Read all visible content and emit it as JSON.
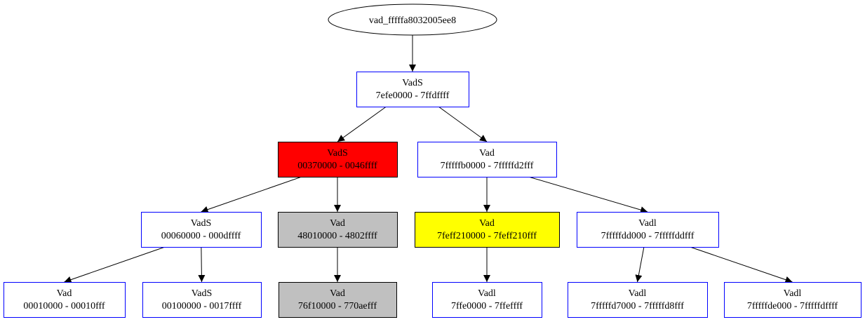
{
  "root": {
    "label": "vad_fffffa8032005ee8"
  },
  "nodes": {
    "n1": {
      "type": "VadS",
      "range": "7efe0000 - 7ffdffff",
      "fill": "#ffffff",
      "stroke": "#0000ff"
    },
    "n2": {
      "type": "VadS",
      "range": "00370000 - 0046ffff",
      "fill": "#ff0000",
      "stroke": "#000000"
    },
    "n3": {
      "type": "Vad",
      "range": "7fffffb0000 - 7fffffd2fff",
      "fill": "#ffffff",
      "stroke": "#0000ff"
    },
    "n4": {
      "type": "VadS",
      "range": "00060000 - 000dffff",
      "fill": "#ffffff",
      "stroke": "#0000ff"
    },
    "n5": {
      "type": "Vad",
      "range": "48010000 - 4802ffff",
      "fill": "#c0c0c0",
      "stroke": "#000000"
    },
    "n6": {
      "type": "Vad",
      "range": "7feff210000 - 7feff210fff",
      "fill": "#ffff00",
      "stroke": "#000000"
    },
    "n7": {
      "type": "Vadl",
      "range": "7fffffdd000 - 7fffffddfff",
      "fill": "#ffffff",
      "stroke": "#0000ff"
    },
    "n8": {
      "type": "Vad",
      "range": "00010000 - 00010fff",
      "fill": "#ffffff",
      "stroke": "#0000ff"
    },
    "n9": {
      "type": "VadS",
      "range": "00100000 - 0017ffff",
      "fill": "#ffffff",
      "stroke": "#0000ff"
    },
    "n10": {
      "type": "Vad",
      "range": "76f10000 - 770aefff",
      "fill": "#c0c0c0",
      "stroke": "#000000"
    },
    "n11": {
      "type": "Vadl",
      "range": "7ffe0000 - 7ffeffff",
      "fill": "#ffffff",
      "stroke": "#0000ff"
    },
    "n12": {
      "type": "Vadl",
      "range": "7fffffd7000 - 7fffffd8fff",
      "fill": "#ffffff",
      "stroke": "#0000ff"
    },
    "n13": {
      "type": "Vadl",
      "range": "7fffffde000 - 7fffffdffff",
      "fill": "#ffffff",
      "stroke": "#0000ff"
    }
  },
  "edges": [
    [
      "root",
      "n1"
    ],
    [
      "n1",
      "n2"
    ],
    [
      "n1",
      "n3"
    ],
    [
      "n2",
      "n4"
    ],
    [
      "n2",
      "n5"
    ],
    [
      "n3",
      "n6"
    ],
    [
      "n3",
      "n7"
    ],
    [
      "n4",
      "n8"
    ],
    [
      "n4",
      "n9"
    ],
    [
      "n5",
      "n10"
    ],
    [
      "n6",
      "n11"
    ],
    [
      "n7",
      "n12"
    ],
    [
      "n7",
      "n13"
    ]
  ]
}
